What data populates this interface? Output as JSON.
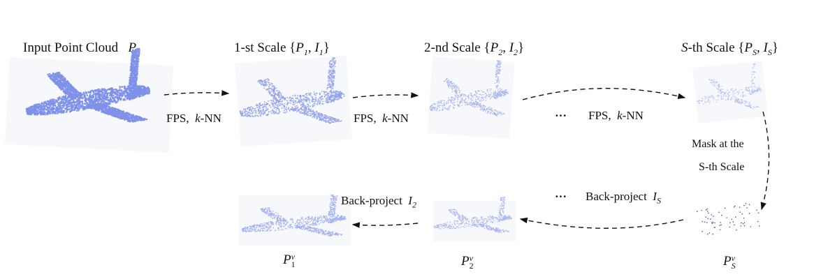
{
  "titles": {
    "input": {
      "text": "Input Point Cloud",
      "sym": "P"
    },
    "scale1": {
      "text": "1-st Scale",
      "p": "P",
      "psub": "1",
      "i": "I",
      "isub": "1"
    },
    "scale2": {
      "text": "2-nd Scale",
      "p": "P",
      "psub": "2",
      "i": "I",
      "isub": "2"
    },
    "scaleS": {
      "pre": "S",
      "text": "-th Scale",
      "p": "P",
      "psub": "S",
      "i": "I",
      "isub": "S"
    }
  },
  "arrows": {
    "fps1": {
      "a": "FPS,",
      "k": "k",
      "b": "-NN"
    },
    "fps2": {
      "a": "FPS,",
      "k": "k",
      "b": "-NN"
    },
    "fps3": {
      "a": "FPS,",
      "k": "k",
      "b": "-NN"
    },
    "ellipsis": "···",
    "mask1": "Mask at the",
    "mask2": "S-th Scale",
    "back2": {
      "text": "Back-project",
      "i": "I",
      "isub": "2"
    },
    "backS": {
      "text": "Back-project",
      "i": "I",
      "isub": "S"
    }
  },
  "outputs": {
    "p1v": {
      "p": "P",
      "sup": "v",
      "sub": "1"
    },
    "p2v": {
      "p": "P",
      "sup": "v",
      "sub": "2"
    },
    "psv": {
      "p": "P",
      "sup": "v",
      "sub": "S"
    }
  },
  "colors": {
    "point": "#6b80e6",
    "dark_point": "#2a2f8a",
    "arrow": "#111111"
  }
}
